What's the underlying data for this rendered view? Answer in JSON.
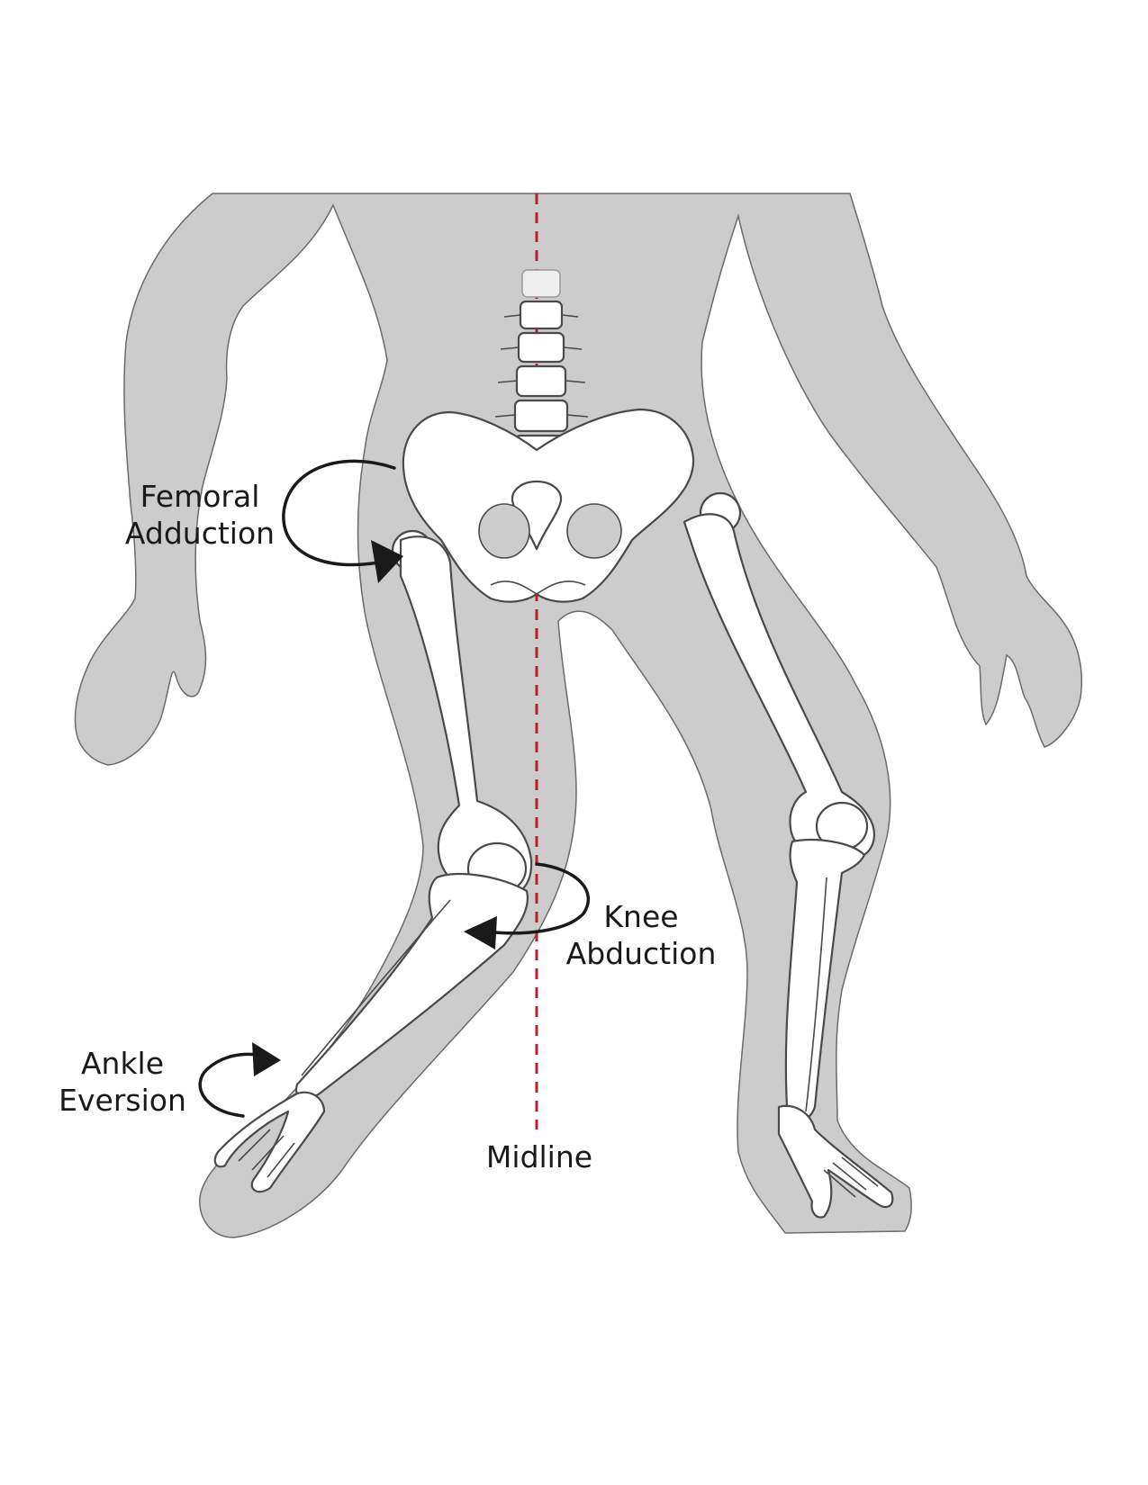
{
  "labels": {
    "femoral_line1": "Femoral",
    "femoral_line2": "Adduction",
    "knee_line1": "Knee",
    "knee_line2": "Abduction",
    "ankle_line1": "Ankle",
    "ankle_line2": "Eversion",
    "midline": "Midline"
  },
  "colors": {
    "silhouette": "#cccccc",
    "silhouette_outline": "#6b6b6b",
    "bone_fill": "#ffffff",
    "bone_outline": "#4a4a4a",
    "midline": "#b5222a",
    "arrow": "#1a1a1a",
    "text": "#1a1a1a"
  }
}
